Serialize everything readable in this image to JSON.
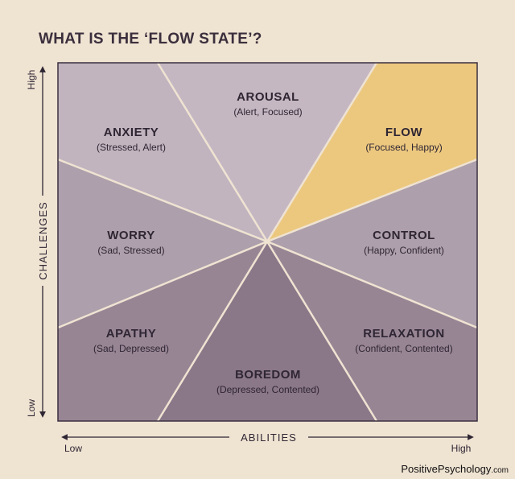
{
  "title": "WHAT IS THE ‘FLOW STATE’?",
  "regions": [
    {
      "id": "arousal",
      "name": "AROUSAL",
      "desc": "(Alert, Focused)",
      "color": "#c5b7c2"
    },
    {
      "id": "flow",
      "name": "FLOW",
      "desc": "(Focused, Happy)",
      "color": "#ecc87f"
    },
    {
      "id": "control",
      "name": "CONTROL",
      "desc": "(Happy, Confident)",
      "color": "#ad9fab"
    },
    {
      "id": "relaxation",
      "name": "RELAXATION",
      "desc": "(Confident, Contented)",
      "color": "#988594"
    },
    {
      "id": "boredom",
      "name": "BOREDOM",
      "desc": "(Depressed, Contented)",
      "color": "#8a7788"
    },
    {
      "id": "apathy",
      "name": "APATHY",
      "desc": "(Sad, Depressed)",
      "color": "#988594"
    },
    {
      "id": "worry",
      "name": "WORRY",
      "desc": "(Sad, Stressed)",
      "color": "#ad9fab"
    },
    {
      "id": "anxiety",
      "name": "ANXIETY",
      "desc": "(Stressed, Alert)",
      "color": "#c1b4bf"
    }
  ],
  "y_axis": {
    "title": "CHALLENGES",
    "low": "Low",
    "high": "High"
  },
  "x_axis": {
    "title": "ABILITIES",
    "low": "Low",
    "high": "High"
  },
  "credit": {
    "main": "PositivePsychology",
    "suffix": ".com"
  },
  "divider_color": "#efe3d2",
  "text_color": "#2f2633"
}
